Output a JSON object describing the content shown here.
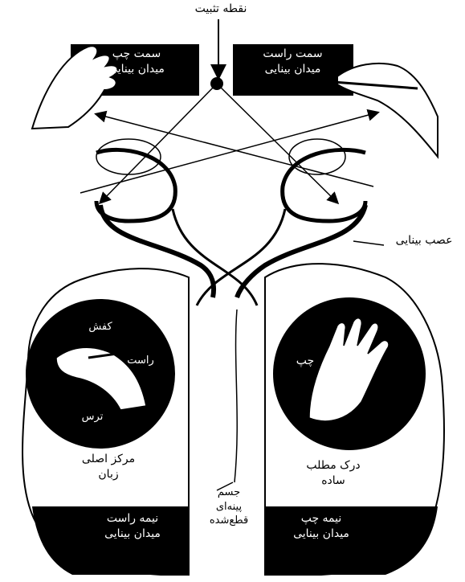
{
  "labels": {
    "fixation_point": "نقطه تثبیت",
    "left_visual_field_line1": "سمت چپ",
    "left_visual_field_line2": "میدان بینایی",
    "right_visual_field_line1": "سمت راست",
    "right_visual_field_line2": "میدان بینایی",
    "optic_nerve": "عصب بینایی",
    "left_circle_word1": "کفش",
    "left_circle_word2": "راست",
    "left_circle_word3": "ترس",
    "right_circle_word": "چپ",
    "language_center_line1": "مرکز اصلی",
    "language_center_line2": "زبان",
    "simple_perception_line1": "درک مطلب",
    "simple_perception_line2": "ساده",
    "corpus_callosum_line1": "جسم",
    "corpus_callosum_line2": "پینه‌ای",
    "corpus_callosum_line3": "قطع‌شده",
    "right_half_field_line1": "نیمه راست",
    "right_half_field_line2": "میدان بینایی",
    "left_half_field_line1": "نیمه چپ",
    "left_half_field_line2": "میدان بینایی"
  },
  "colors": {
    "ink": "#000000",
    "paper": "#ffffff"
  },
  "icons": [
    "left-hand-icon",
    "right-hand-writing-icon",
    "hand-holding-pen-icon",
    "open-hand-icon"
  ]
}
